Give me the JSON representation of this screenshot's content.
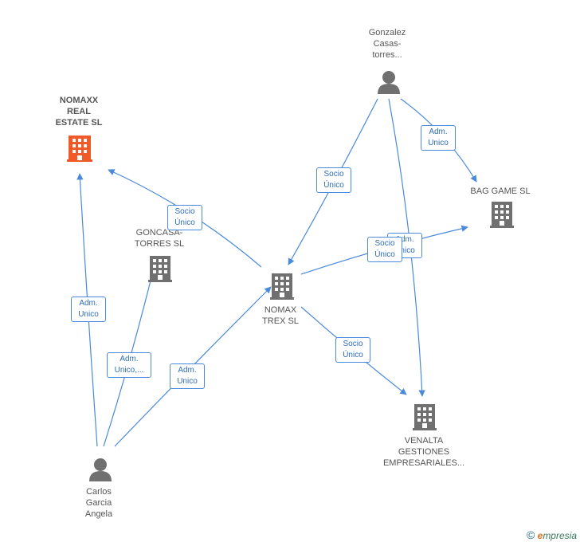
{
  "colors": {
    "edge": "#4a89dc",
    "building": "#707070",
    "building_highlight": "#f05a28",
    "person": "#707070"
  },
  "nodes": {
    "nomaxx_real_estate": {
      "label": "NOMAXX\nREAL\nESTATE  SL",
      "icon": "building-icon"
    },
    "goncasa_torres": {
      "label": "GONCASA-\nTORRES SL",
      "icon": "building-icon"
    },
    "nomax_trex": {
      "label": "NOMAX\nTREX  SL",
      "icon": "building-icon"
    },
    "bag_game": {
      "label": "BAG GAME  SL",
      "icon": "building-icon"
    },
    "venalta": {
      "label": "VENALTA\nGESTIONES\nEMPRESARIALES...",
      "icon": "building-icon"
    },
    "gonzalez_casas_torres": {
      "label": "Gonzalez\nCasas-\ntorres...",
      "icon": "person-icon"
    },
    "carlos_garcia_angela": {
      "label": "Carlos\nGarcia\nAngela",
      "icon": "person-icon"
    }
  },
  "edges": {
    "nomax_to_nomaxx": "Socio\nÚnico",
    "gonzalez_to_nomax": "Socio\nÚnico",
    "gonzalez_to_bag_game": "Adm.\nUnico",
    "gonzalez_to_venalta": "Adm.\nUnico",
    "nomax_to_bag_game": "Socio\nÚnico",
    "nomax_to_venalta": "Socio\nÚnico",
    "carlos_to_nomaxx": "Adm.\nUnico",
    "carlos_to_goncasa": "Adm.\nUnico,...",
    "carlos_to_nomax": "Adm.\nUnico"
  },
  "brand": {
    "copyright": "©",
    "initial": "e",
    "rest": "mpresia"
  }
}
